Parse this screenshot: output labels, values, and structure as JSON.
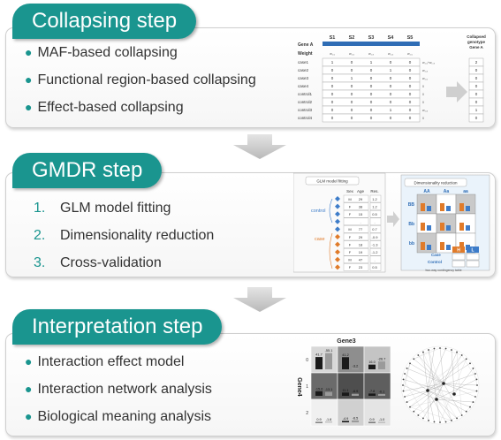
{
  "colors": {
    "accent": "#1a958f",
    "panel_border": "#cfcfcf"
  },
  "collapsing": {
    "title": "Collapsing step",
    "items": [
      "MAF-based collapsing",
      "Functional region-based collapsing",
      "Effect-based collapsing"
    ],
    "table": {
      "gene_label": "Gene A",
      "weight_label": "Weight",
      "snps": [
        "S1",
        "S2",
        "S3",
        "S4",
        "S5"
      ],
      "weights": [
        "w₁,₁",
        "w₁,₂",
        "w₁,₃",
        "w₁,₄",
        "w₁,₅"
      ],
      "rows": [
        {
          "label": "case1",
          "values": [
            "1",
            "0",
            "1",
            "0",
            "0"
          ],
          "sum": "w₁,₁+w₁,₃",
          "geno": "2"
        },
        {
          "label": "case2",
          "values": [
            "0",
            "0",
            "0",
            "1",
            "0"
          ],
          "sum": "w₁,₄",
          "geno": "0"
        },
        {
          "label": "case3",
          "values": [
            "0",
            "1",
            "0",
            "0",
            "0"
          ],
          "sum": "w₁,₂",
          "geno": "0"
        },
        {
          "label": "case4",
          "values": [
            "0",
            "0",
            "0",
            "0",
            "0"
          ],
          "sum": "0",
          "geno": "0"
        },
        {
          "label": "control1",
          "values": [
            "0",
            "0",
            "0",
            "0",
            "0"
          ],
          "sum": "0",
          "geno": "0"
        },
        {
          "label": "control2",
          "values": [
            "0",
            "0",
            "0",
            "0",
            "0"
          ],
          "sum": "0",
          "geno": "0"
        },
        {
          "label": "control3",
          "values": [
            "0",
            "0",
            "0",
            "1",
            "0"
          ],
          "sum": "w₁,₄",
          "geno": "1"
        },
        {
          "label": "control4",
          "values": [
            "0",
            "0",
            "0",
            "0",
            "0"
          ],
          "sum": "0",
          "geno": "0"
        }
      ],
      "result_label": [
        "Collapsed",
        "genotype",
        "Gene A"
      ]
    }
  },
  "gmdr": {
    "title": "GMDR step",
    "items": [
      {
        "num": "1.",
        "text": "GLM model fitting"
      },
      {
        "num": "2.",
        "text": "Dimensionality reduction"
      },
      {
        "num": "3.",
        "text": "Cross-validation"
      }
    ],
    "glm": {
      "title": "GLM model fitting",
      "headers": [
        "Sex",
        "Age",
        "Res."
      ],
      "rows": [
        [
          "M",
          "29",
          "1.2"
        ],
        [
          "F",
          "38",
          "1.2"
        ],
        [
          "F",
          "15",
          "0.5"
        ],
        [
          "",
          ".",
          "."
        ],
        [
          "M",
          "77",
          "0.7"
        ],
        [
          "F",
          "29",
          "-0.9"
        ],
        [
          "F",
          "18",
          "-1.3"
        ],
        [
          "F",
          "19",
          "-1.2"
        ],
        [
          "M",
          "47",
          "."
        ],
        [
          "F",
          "23",
          "0.5"
        ]
      ],
      "control_label": "control",
      "case_label": "case"
    },
    "dr": {
      "title": "Dimensionality reduction",
      "cols": [
        "AA",
        "Aa",
        "aa"
      ],
      "rows": [
        "BB",
        "Bb",
        "bb"
      ],
      "h_label": "H",
      "l_label": "L",
      "case_label": "Case",
      "control_label": "Control",
      "caption": "two-way contingency table"
    }
  },
  "interp": {
    "title": "Interpretation step",
    "items": [
      "Interaction effect model",
      "Interaction network analysis",
      "Biological meaning analysis"
    ],
    "heat": {
      "col_title": "Gene3",
      "row_title": "Gene4",
      "y_labels": [
        "0",
        "1",
        "2"
      ],
      "cells": [
        [
          "41.7",
          "-55.1",
          "41.2",
          "-3.2",
          "16.0",
          "-26.7"
        ],
        [
          "-15.6",
          "-13.1",
          "11.1",
          "-6.9",
          "-7.8",
          "-6.1"
        ],
        [
          "0.9",
          "-1.8",
          "-4.9",
          "-6.5",
          "0.9",
          "-1.0"
        ]
      ]
    }
  }
}
